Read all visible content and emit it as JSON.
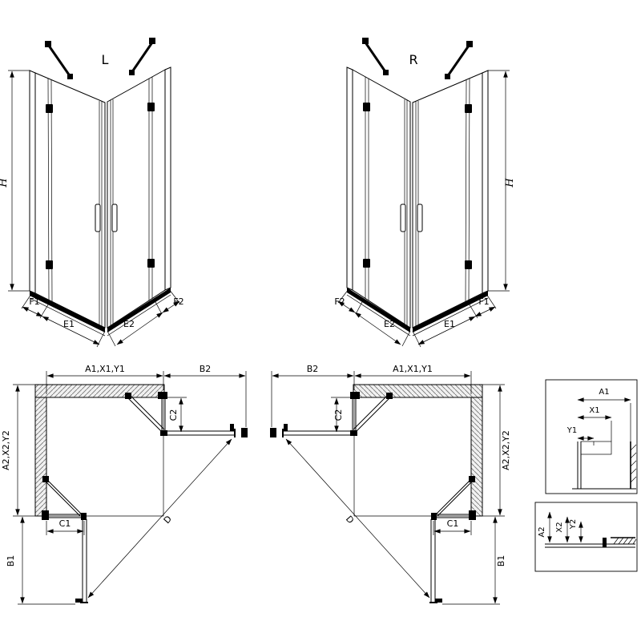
{
  "drawing": {
    "left_view": {
      "title": "L",
      "height_label": "H",
      "segments": [
        "F1",
        "E1",
        "E2",
        "F2"
      ]
    },
    "right_view": {
      "title": "R",
      "height_label": "H",
      "segments": [
        "F2",
        "E2",
        "E1",
        "F1"
      ]
    },
    "left_plan": {
      "top_width": "A1,X1,Y1",
      "door_width": "B2",
      "fixed_top": "C2",
      "side_depth": "A2,X2,Y2",
      "door_depth": "B1",
      "fixed_bottom": "C1",
      "diagonal": "D"
    },
    "right_plan": {
      "door_width": "B2",
      "top_width": "A1,X1,Y1",
      "fixed_top": "C2",
      "side_depth": "A2,X2,Y2",
      "door_depth": "B1",
      "fixed_bottom": "C1",
      "diagonal": "D"
    },
    "profile_detail_top": {
      "a": "A1",
      "x": "X1",
      "y": "Y1"
    },
    "profile_detail_bottom": {
      "a": "A2",
      "x": "X2",
      "y": "Y2"
    }
  }
}
